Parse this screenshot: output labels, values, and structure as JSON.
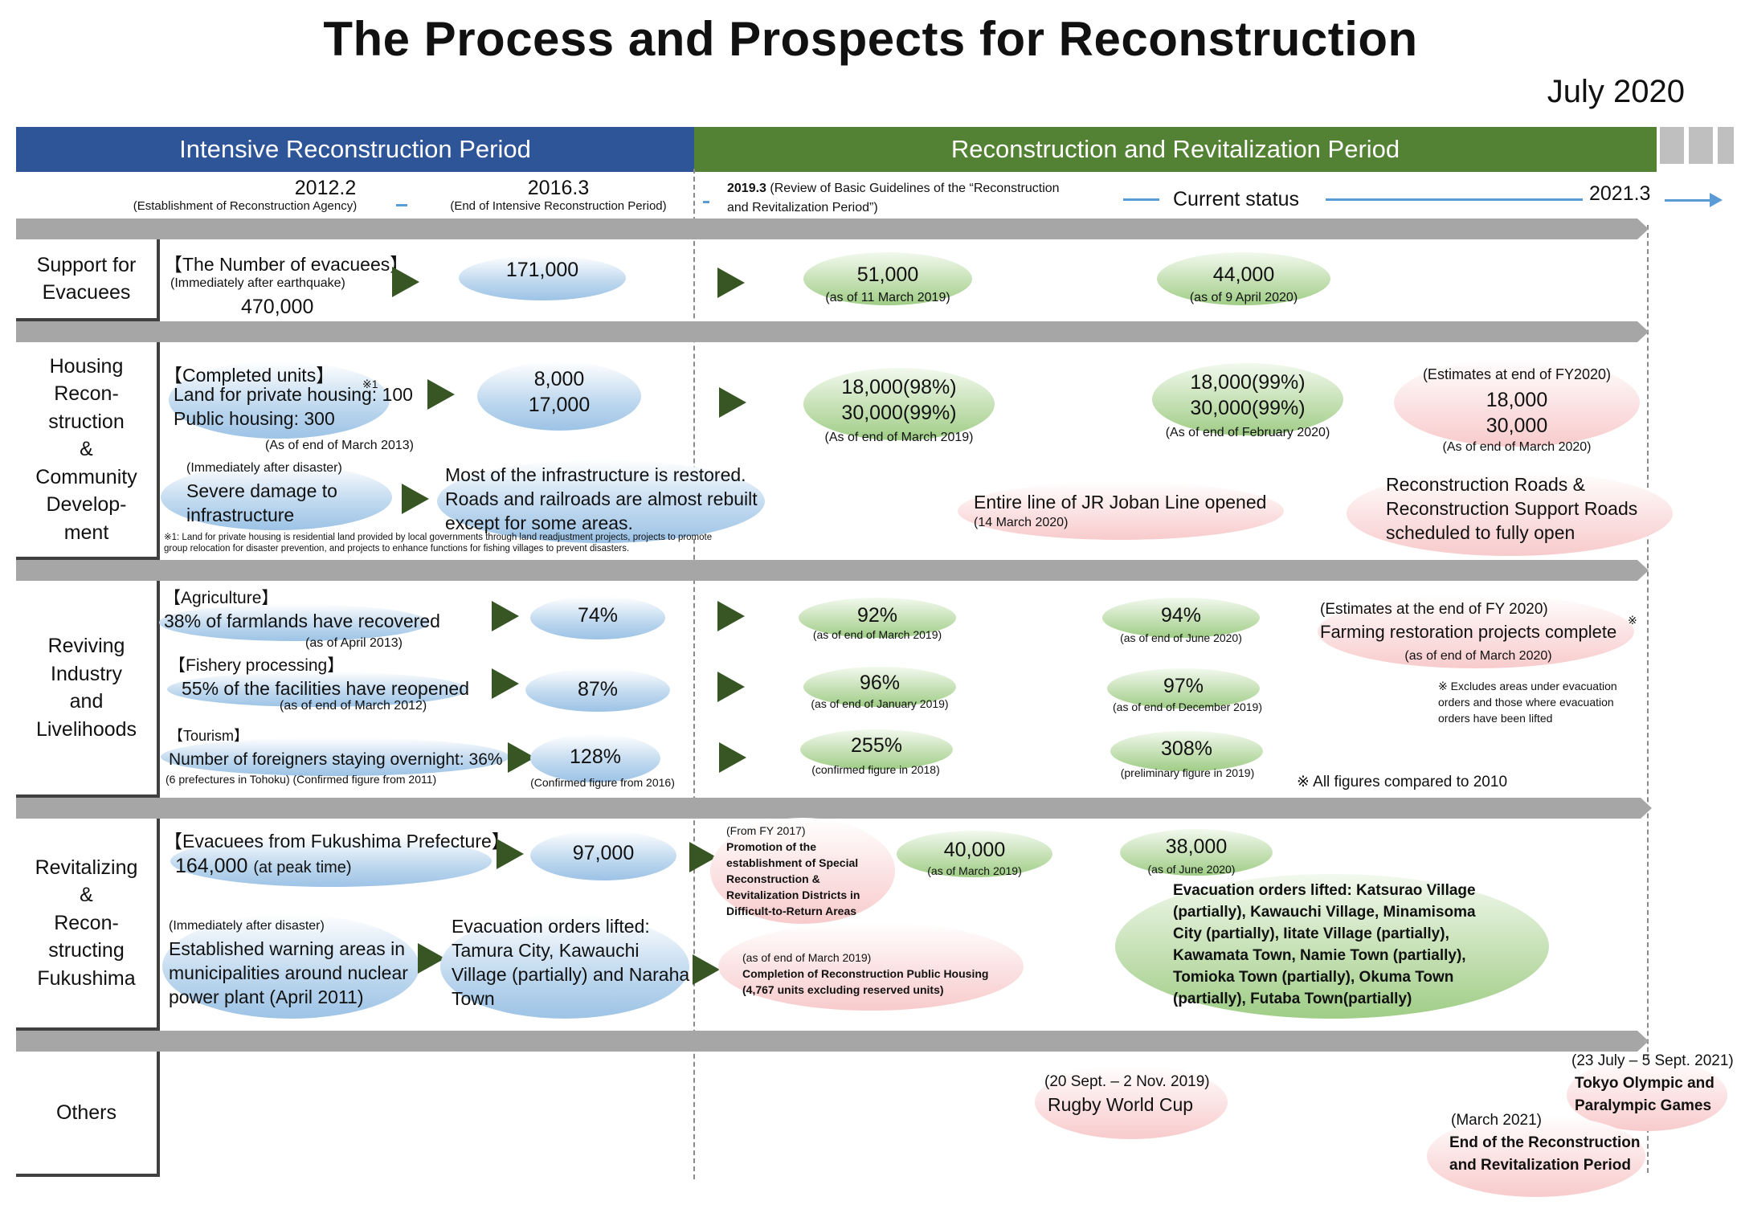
{
  "title": "The Process and Prospects for Reconstruction",
  "date": "July 2020",
  "periods": {
    "intensive": "Intensive Reconstruction Period",
    "revitalization": "Reconstruction and Revitalization Period"
  },
  "timeline": {
    "t1": {
      "date": "2012.2",
      "note": "(Establishment of Reconstruction Agency)"
    },
    "t2": {
      "date": "2016.3",
      "note": "(End of Intensive Reconstruction Period)"
    },
    "t3": {
      "date": "2019.3",
      "note_a": "(Review of Basic Guidelines of the “Reconstruction",
      "note_b": "and Revitalization Period”)"
    },
    "current": "Current status",
    "t4": {
      "date": "2021.3"
    }
  },
  "rows": {
    "support": "Support for\nEvacuees",
    "housing": "Housing\nRecon-\nstruction\n&\nCommunity\nDevelop-\nment",
    "industry": "Reviving\nIndustry\nand\nLivelihoods",
    "fukushima": "Revitalizing\n&\nRecon-\nstructing\nFukushima",
    "others": "Others"
  },
  "support": {
    "heading": "【The Number of evacuees】",
    "note": "(Immediately after earthquake)",
    "initial": "470,000",
    "v2016": "171,000",
    "v2019": "51,000",
    "v2019_note": "(as of 11 March 2019)",
    "v2020": "44,000",
    "v2020_note": "(as of 9 April 2020)"
  },
  "housing": {
    "heading": "【Completed units】",
    "land": "Land for private housing: 100",
    "mark": "※1",
    "public": "Public housing: 300",
    "note2013": "(As of end of March 2013)",
    "v2016_a": "8,000",
    "v2016_b": "17,000",
    "v2019_a": "18,000(98%)",
    "v2019_b": "30,000(99%)",
    "v2019_note": "(As of end of March 2019)",
    "v2020_a": "18,000(99%)",
    "v2020_b": "30,000(99%)",
    "v2020_note": "(As of end of February 2020)",
    "est_head": "(Estimates at end of FY2020)",
    "est_a": "18,000",
    "est_b": "30,000",
    "est_note": "(As of end of March 2020)",
    "infra_note": "(Immediately after disaster)",
    "infra_a": "Severe damage to",
    "infra_b": "infrastructure",
    "infra_2016_a": "Most of the infrastructure is restored.",
    "infra_2016_b": "Roads and railroads are almost rebuilt",
    "infra_2016_c": "except for some areas.",
    "joban": "Entire line of JR Joban Line opened",
    "joban_note": "(14 March 2020)",
    "roads_a": "Reconstruction Roads &",
    "roads_b": "Reconstruction Support Roads",
    "roads_c": "scheduled to fully open",
    "footnote_a": "※1: Land for private housing is residential land provided by local governments through land readjustment projects, projects to promote",
    "footnote_b": "group relocation for disaster prevention, and projects to enhance functions for fishing villages to prevent disasters."
  },
  "industry": {
    "agri_head": "【Agriculture】",
    "agri_text": "38% of farmlands have recovered",
    "agri_note": "(as of April 2013)",
    "agri_2016": "74%",
    "agri_2019": "92%",
    "agri_2019_note": "(as of end of March 2019)",
    "agri_2020": "94%",
    "agri_2020_note": "(as of end of June 2020)",
    "agri_est_head": "(Estimates at the end of FY 2020)",
    "agri_est_text": "Farming restoration projects complete",
    "agri_est_mark": "※",
    "agri_est_note": "(as of end of March 2020)",
    "excl_a": "※ Excludes areas under evacuation",
    "excl_b": "orders and those where evacuation",
    "excl_c": "orders have been lifted",
    "fish_head": "【Fishery processing】",
    "fish_text": "55% of the facilities have reopened",
    "fish_note": "(as of end of March 2012)",
    "fish_2016": "87%",
    "fish_2019": "96%",
    "fish_2019_note": "(as of end of January 2019)",
    "fish_2020": "97%",
    "fish_2020_note": "(as of end of December 2019)",
    "tour_head": "【Tourism】",
    "tour_text": "Number of foreigners staying overnight: 36%",
    "tour_note": "(6 prefectures in Tohoku)  (Confirmed figure from 2011)",
    "tour_2016": "128%",
    "tour_2016_note": "(Confirmed figure from 2016)",
    "tour_2019": "255%",
    "tour_2019_note": "(confirmed figure in 2018)",
    "tour_2020": "308%",
    "tour_2020_note": "(preliminary figure in 2019)",
    "compare": "※ All figures compared to 2010"
  },
  "fukushima": {
    "evac_head": "【Evacuees from Fukushima Prefecture】",
    "evac_peak": "164,000",
    "evac_peak_note": "(at peak time)",
    "evac_2016": "97,000",
    "fy2017_note": "(From FY 2017)",
    "fy2017_a": "Promotion of the",
    "fy2017_b": "establishment of Special",
    "fy2017_c": "Reconstruction &",
    "fy2017_d": "Revitalization Districts  in",
    "fy2017_e": "Difficult-to-Return Areas",
    "evac_2019": "40,000",
    "evac_2019_note": "(as of March 2019)",
    "evac_2020": "38,000",
    "evac_2020_note": "(as of  June 2020)",
    "warn_note": "(Immediately after disaster)",
    "warn_a": "Established warning areas in",
    "warn_b": "municipalities around nuclear",
    "warn_c": "power plant (April 2011)",
    "lift_a": "Evacuation orders lifted:",
    "lift_b": "Tamura City, Kawauchi",
    "lift_c": "Village (partially) and Naraha",
    "lift_d": "Town",
    "housing_note": "(as of end of March 2019)",
    "housing_a": "Completion of Reconstruction Public Housing",
    "housing_b": "(4,767 units excluding reserved units)",
    "lifted2020_a": "Evacuation orders lifted: Katsurao Village",
    "lifted2020_b": "(partially), Kawauchi Village, Minamisoma",
    "lifted2020_c": "City (partially), Iitate Village (partially),",
    "lifted2020_d": "Kawamata Town, Namie Town (partially),",
    "lifted2020_e": "Tomioka Town (partially), Okuma Town",
    "lifted2020_f": "(partially), Futaba Town(partially)"
  },
  "others": {
    "rugby_date": "(20 Sept. – 2 Nov. 2019)",
    "rugby": "Rugby World Cup",
    "olympic_date": "(23 July – 5 Sept. 2021)",
    "olympic_a": "Tokyo Olympic and",
    "olympic_b": "Paralympic Games",
    "end_date": "(March 2021)",
    "end_a": "End of the Reconstruction",
    "end_b": "and Revitalization Period"
  },
  "colors": {
    "intensive": "#2e5597",
    "revitalization": "#548235",
    "arrow": "#375623",
    "band": "#a6a6a6",
    "timeline": "#5b9bd5"
  }
}
